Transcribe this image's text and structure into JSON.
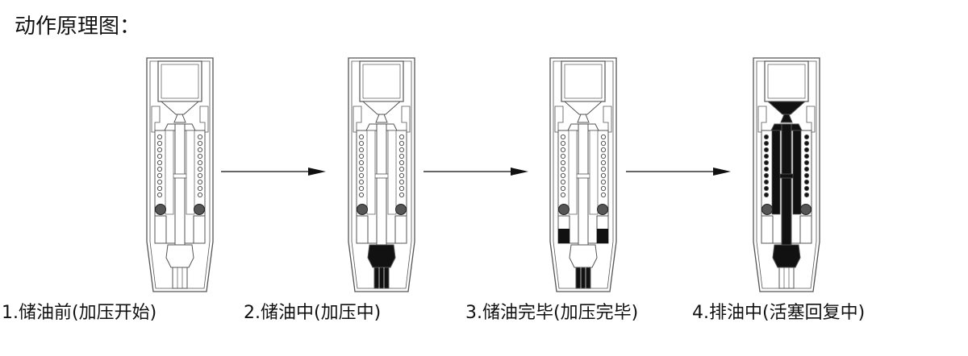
{
  "title": "动作原理图：",
  "stages": [
    {
      "caption": "1.储油前(加压开始)",
      "state": "empty"
    },
    {
      "caption": "2.储油中(加压中)",
      "state": "storing"
    },
    {
      "caption": "3.储油完毕(加压完毕)",
      "state": "stored"
    },
    {
      "caption": "4.排油中(活塞回复中)",
      "state": "discharging"
    }
  ],
  "colors": {
    "line": "#555555",
    "oil": "#111111",
    "ball": "#555555"
  }
}
